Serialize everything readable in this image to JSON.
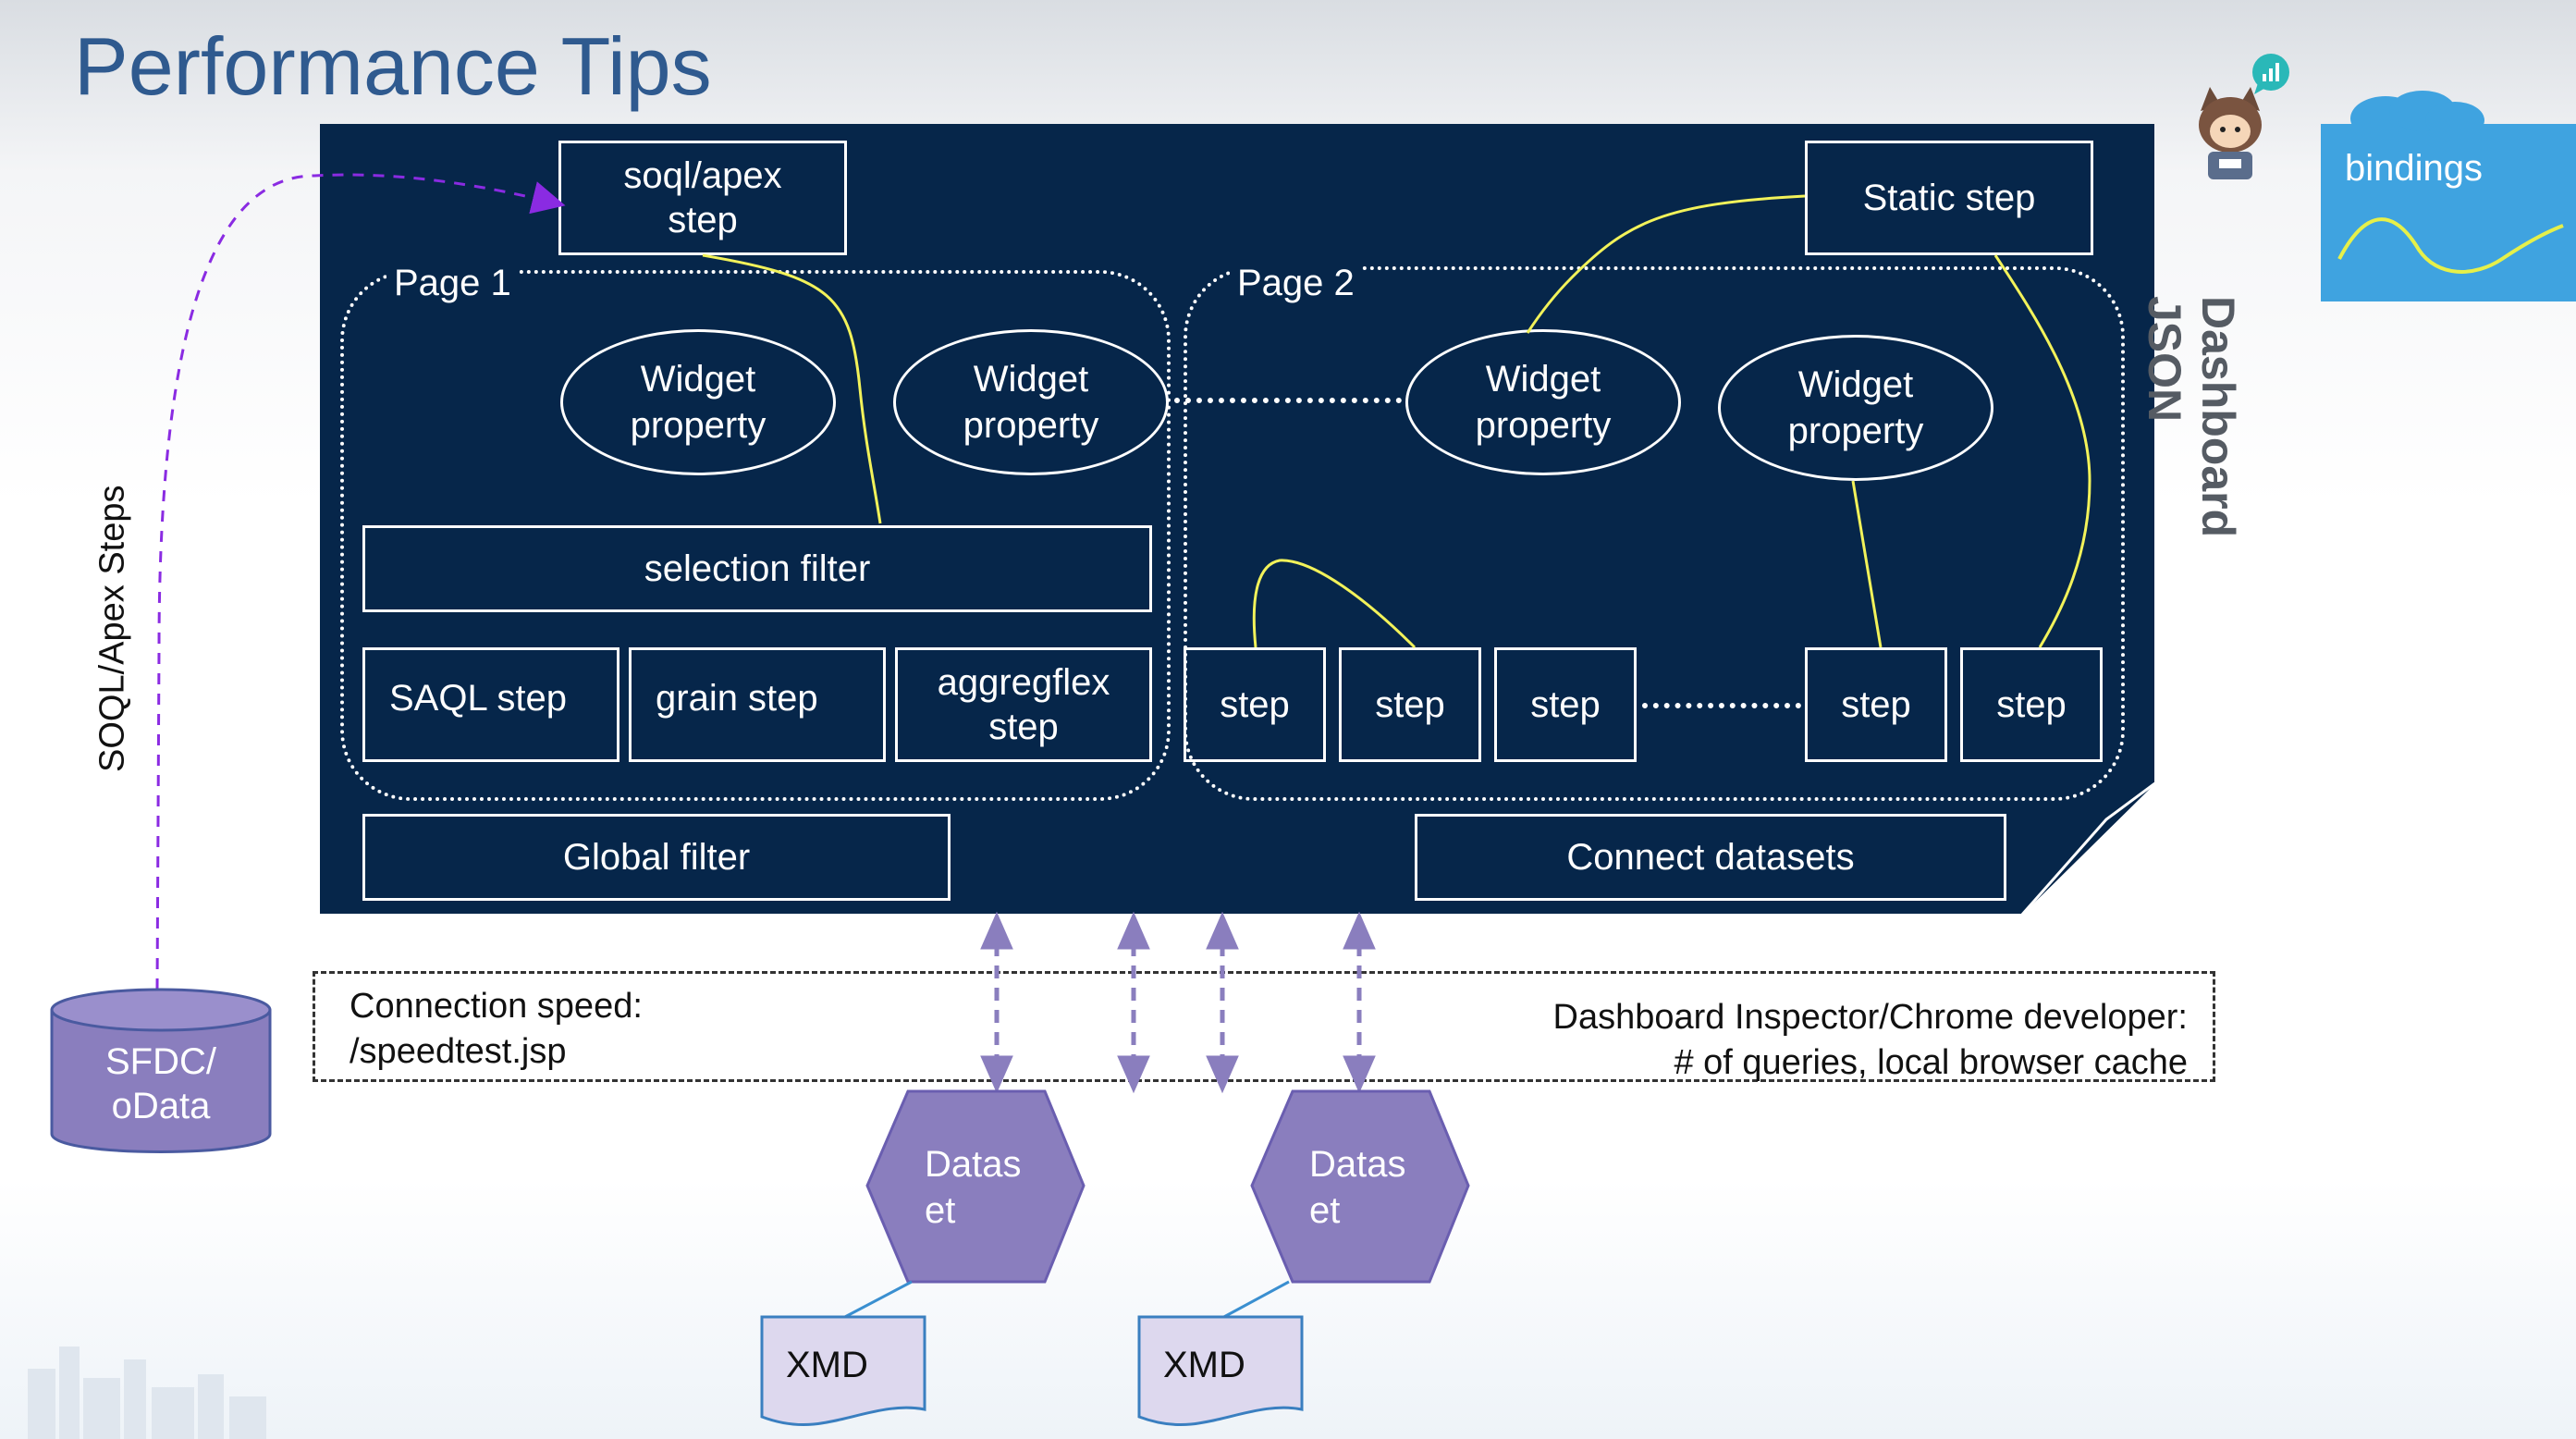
{
  "title": "Performance Tips",
  "side_labels": {
    "dashboard_json": "Dashboard JSON",
    "soql_apex_steps": "SOQL/Apex Steps",
    "bindings": "bindings"
  },
  "top_steps": {
    "soql_apex": "soql/apex\nstep",
    "static": "Static step"
  },
  "pages": [
    {
      "label": "Page 1",
      "widgets": [
        "Widget\nproperty",
        "Widget\nproperty"
      ],
      "selection_filter": "selection filter",
      "steps": [
        "SAQL step",
        "grain step",
        "aggregflex\nstep"
      ]
    },
    {
      "label": "Page 2",
      "widgets": [
        "Widget\nproperty",
        "Widget\nproperty"
      ],
      "steps": [
        "step",
        "step",
        "step",
        "step",
        "step"
      ]
    }
  ],
  "global_filter": "Global filter",
  "connect_datasets": "Connect datasets",
  "connection": {
    "speed_text": "Connection speed:\n/speedtest.jsp",
    "inspector_text": "Dashboard Inspector/Chrome developer:\n# of queries, local browser cache"
  },
  "datasource": "SFDC/\noData",
  "datasets": [
    "Datas\net",
    "Datas\net"
  ],
  "xmd": [
    "XMD",
    "XMD"
  ],
  "colors": {
    "dashboard_bg": "#06264a",
    "purple": "#8a7ebe",
    "yellow_binding": "#f2f25a",
    "dashed_purple": "#8a2be2",
    "title": "#2f5a8f"
  }
}
